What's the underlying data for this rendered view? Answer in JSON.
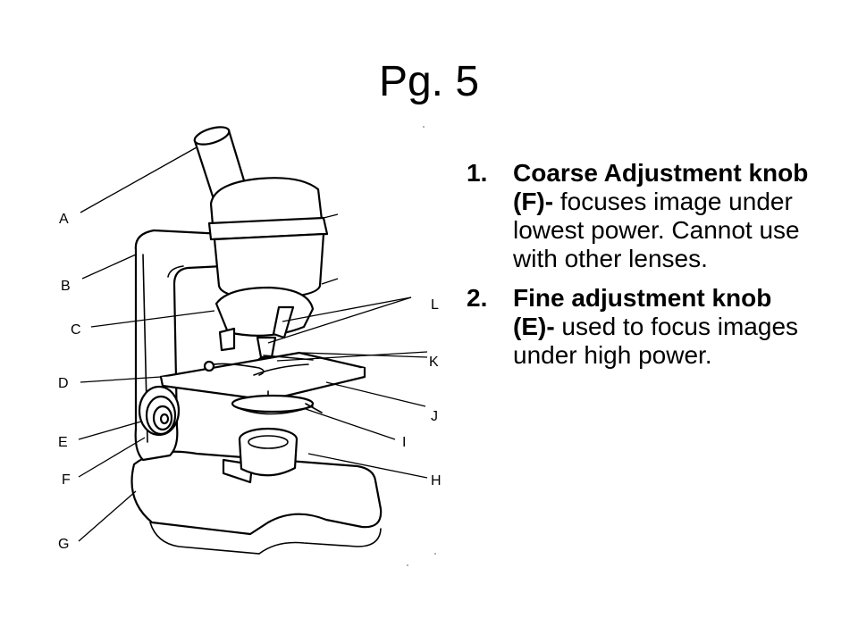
{
  "title": "Pg. 5",
  "diagram": {
    "labels": [
      "A",
      "B",
      "C",
      "D",
      "E",
      "F",
      "G",
      "H",
      "I",
      "J",
      "K",
      "L"
    ]
  },
  "notes": [
    {
      "number": "1.",
      "term": "Coarse Adjustment knob (F)-",
      "text": " focuses image under lowest power.  Cannot use with other lenses."
    },
    {
      "number": "2.",
      "term": "Fine adjustment knob (E)-",
      "text": " used to focus images under high power."
    }
  ]
}
